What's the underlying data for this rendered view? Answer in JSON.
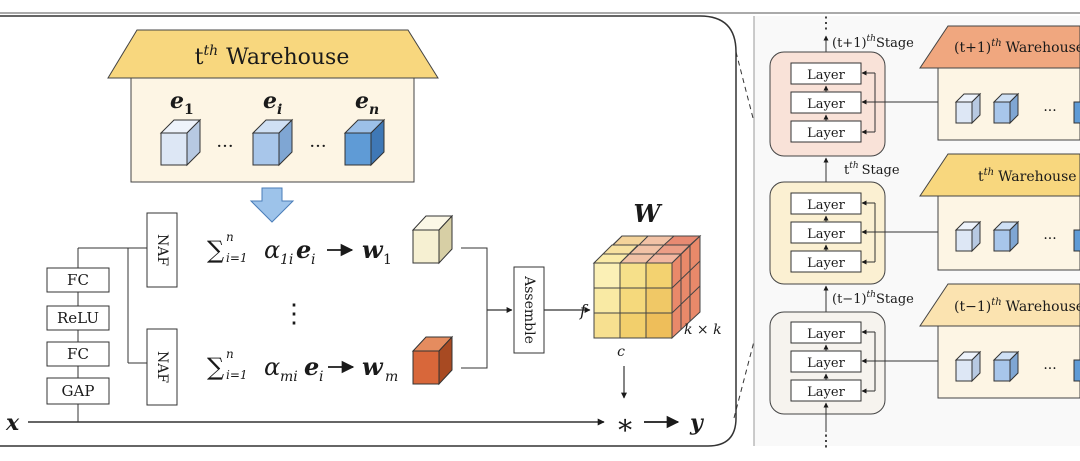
{
  "left": {
    "warehouse_title": "t",
    "warehouse_title_sup": "th",
    "warehouse_title_rest": "Warehouse",
    "entries": [
      {
        "base": "e",
        "sub": "1"
      },
      {
        "base": "e",
        "sub": "i"
      },
      {
        "base": "e",
        "sub": "n"
      }
    ],
    "ellipsis": "···",
    "vertical_ellipsis": "⋮",
    "attention_stack": [
      "FC",
      "ReLU",
      "FC",
      "GAP"
    ],
    "naf_label": "NAF",
    "sum_top": {
      "sum": "∑",
      "upper": "n",
      "lower": "i=1",
      "alpha": "α",
      "alpha_sub": "1i",
      "e": "e",
      "e_sub": "i",
      "w": "w",
      "w_sub": "1"
    },
    "sum_bottom": {
      "sum": "∑",
      "upper": "n",
      "lower": "i=1",
      "alpha": "α",
      "alpha_sub": "mi",
      "e": "e",
      "e_sub": "i",
      "w": "w",
      "w_sub": "m"
    },
    "assemble_label": "Assemble",
    "kernel_label": "W",
    "f_label": "f",
    "c_label": "c",
    "kxk_label": "k × k",
    "input_label": "x",
    "conv_symbol": "∗",
    "output_label": "y"
  },
  "right": {
    "stages": [
      {
        "label_pre": "(t+1)",
        "label_sup": "th",
        "label_post": "Stage",
        "warehouse_pre": "(t+1)",
        "warehouse_sup": "th",
        "warehouse_post": "Warehouse",
        "layers": [
          "Layer",
          "Layer",
          "Layer"
        ],
        "color": "#f0a77f"
      },
      {
        "label_pre": "t",
        "label_sup": "th",
        "label_post": "Stage",
        "warehouse_pre": "t",
        "warehouse_sup": "th",
        "warehouse_post": "Warehouse",
        "layers": [
          "Layer",
          "Layer",
          "Layer"
        ],
        "color": "#f8d77e"
      },
      {
        "label_pre": "(t−1)",
        "label_sup": "th",
        "label_post": "Stage",
        "warehouse_pre": "(t−1)",
        "warehouse_sup": "th",
        "warehouse_post": "Warehouse",
        "layers": [
          "Layer",
          "Layer",
          "Layer"
        ],
        "color": "#fbe3b0"
      }
    ],
    "ellipsis": "···",
    "vertical_dots": "⋮"
  },
  "colors": {
    "roof_yellow": "#f8d77e",
    "house_fill": "#fdf5e4",
    "cube_light": "#dde7f5",
    "cube_mid": "#a8c6ea",
    "cube_dark": "#5f9bd6",
    "w1_cube": "#f6f0d2",
    "wm_cube": "#d8673a",
    "stage_top_fill": "#f9e2d8",
    "stage_mid_fill": "#fbf0d2",
    "stage_bot_fill": "#f6f3ee",
    "arrow_blue": "#9dc3ea"
  }
}
